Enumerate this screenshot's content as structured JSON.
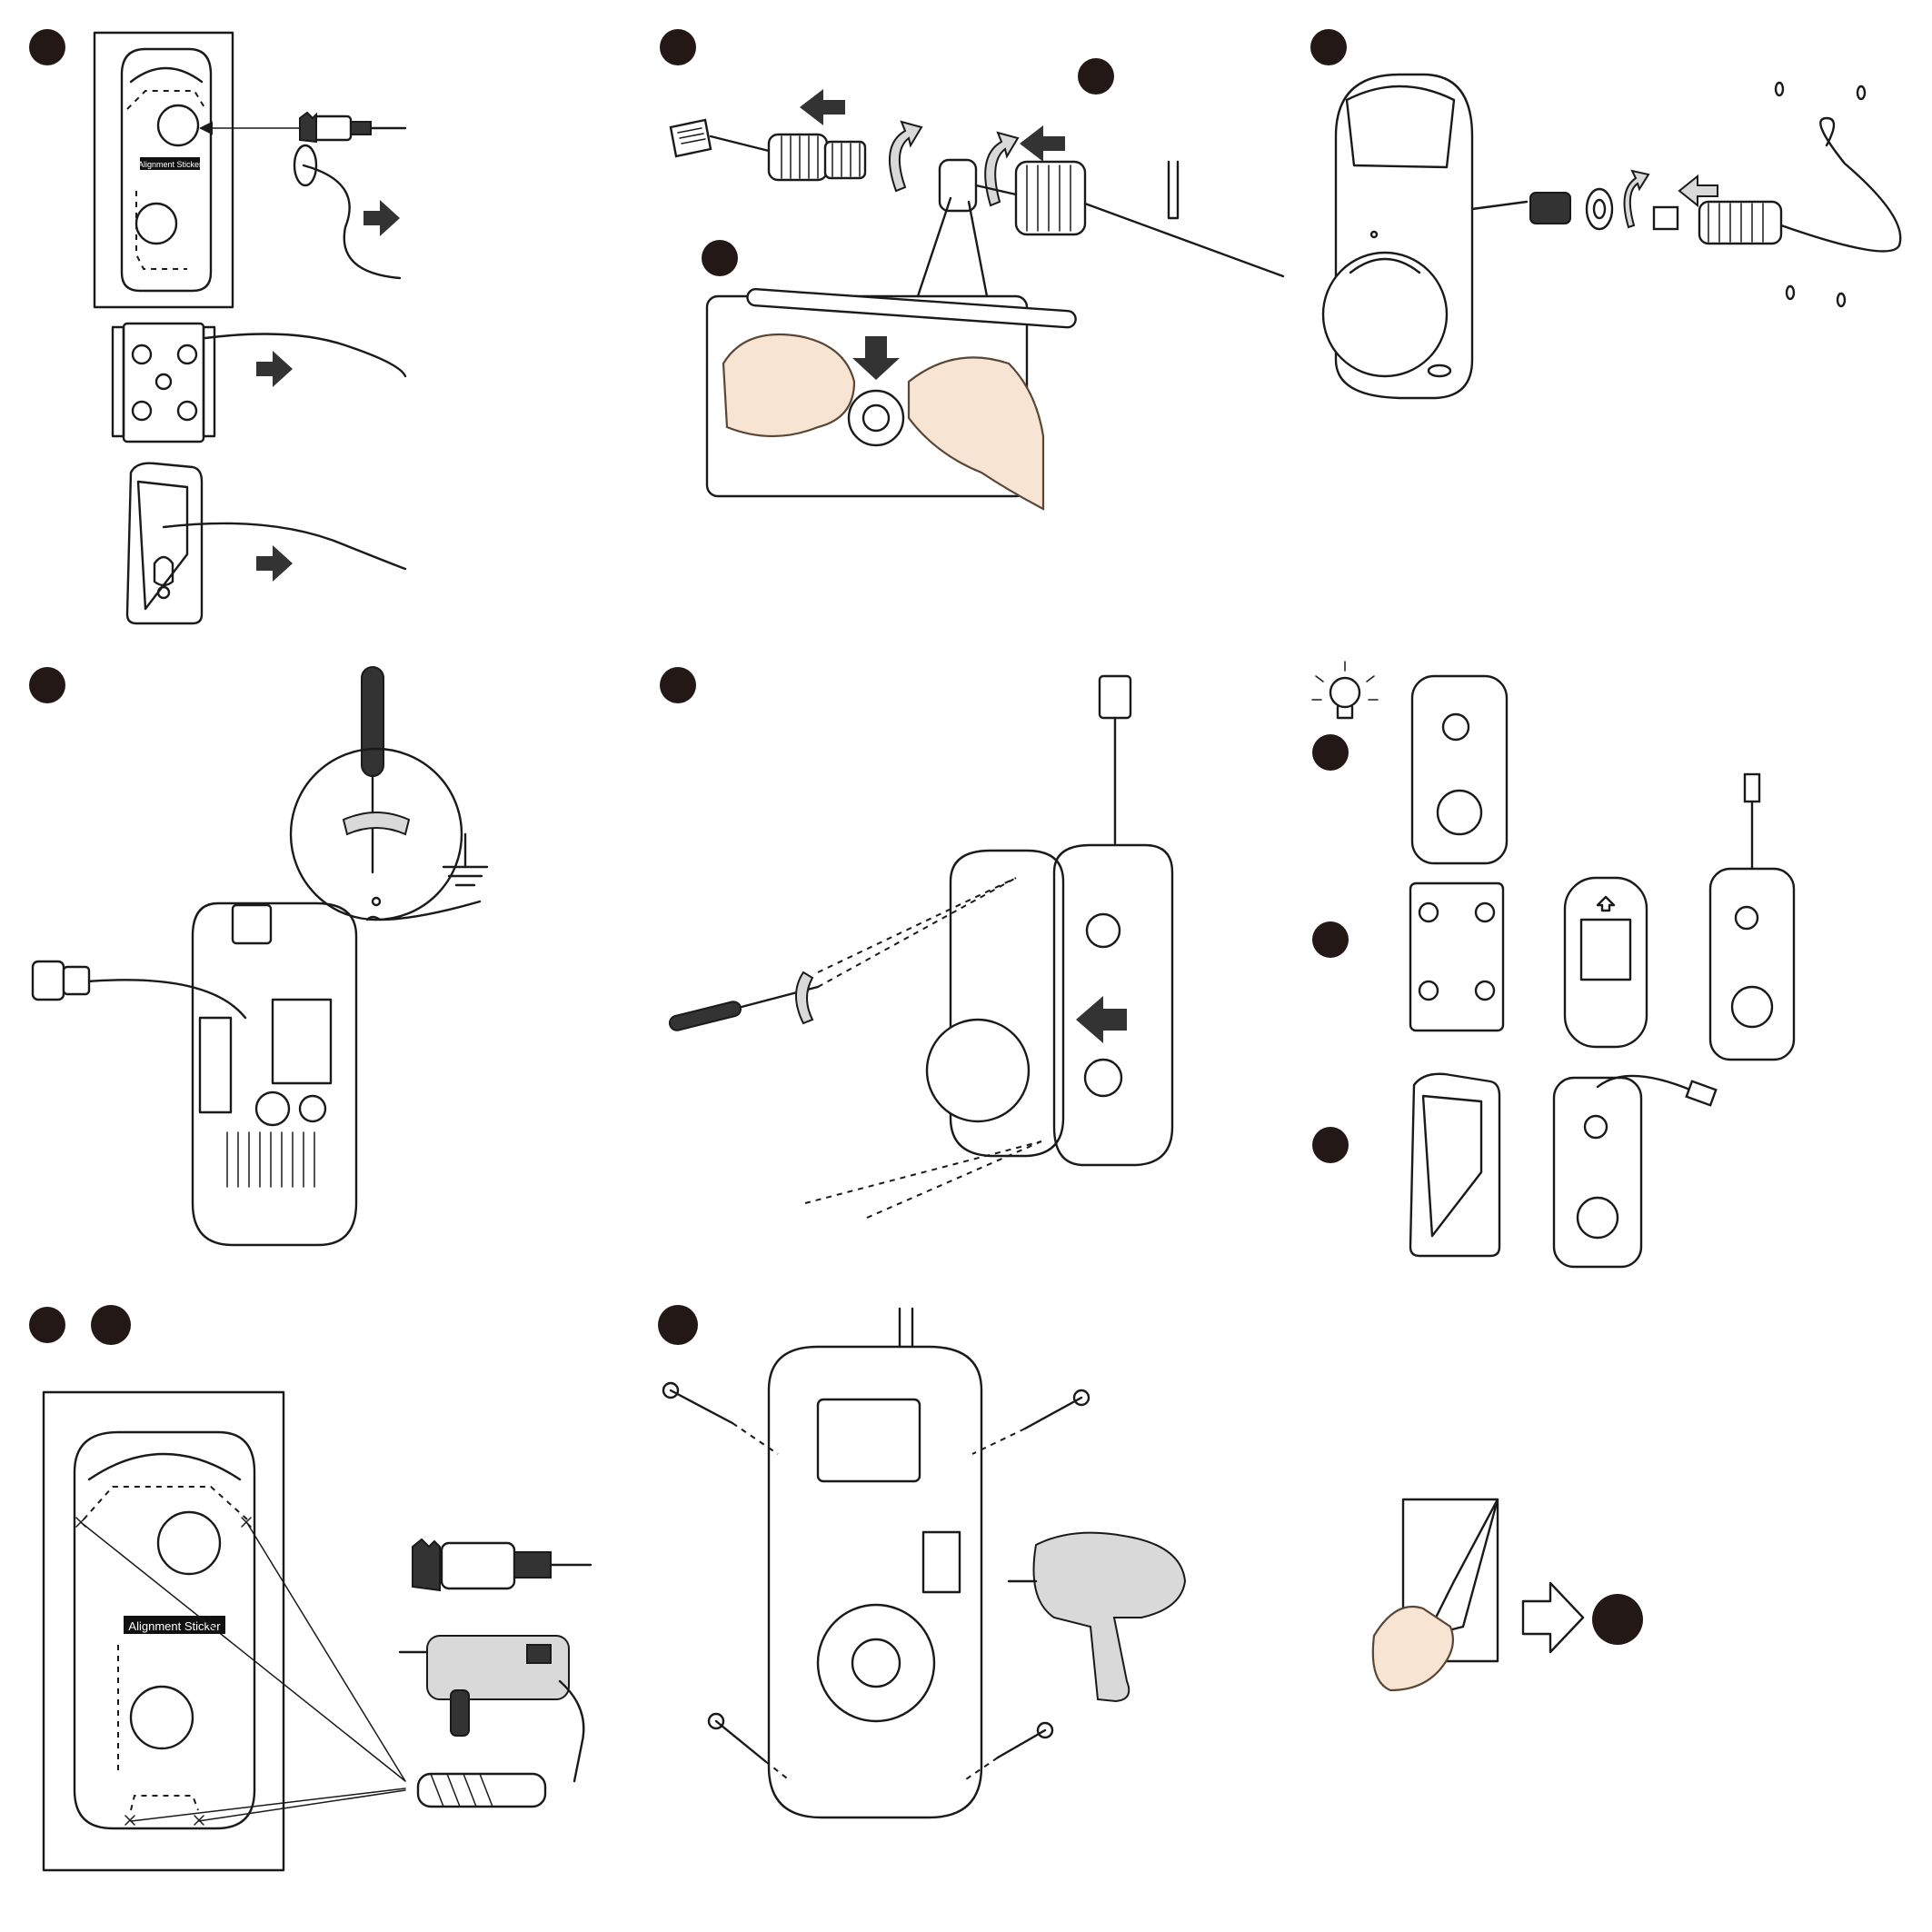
{
  "sticker": {
    "label_small": "Alignment Sticker",
    "label_large": "Alignment Sticker"
  },
  "steps": [
    {
      "id": "panel-1",
      "badges": 1
    },
    {
      "id": "panel-2",
      "badges": 3
    },
    {
      "id": "panel-3",
      "badges": 1
    },
    {
      "id": "panel-4",
      "badges": 1
    },
    {
      "id": "panel-5",
      "badges": 1
    },
    {
      "id": "panel-6-tip",
      "badges": 3,
      "icon": "lightbulb-icon"
    },
    {
      "id": "panel-7",
      "badges": 2
    },
    {
      "id": "panel-8",
      "badges": 1
    },
    {
      "id": "panel-9",
      "badges": 1
    }
  ],
  "icons": [
    "lightbulb-icon",
    "ground-symbol-icon",
    "rotate-arrow-icon",
    "hollow-arrow-icon",
    "filled-arrow-icon"
  ]
}
